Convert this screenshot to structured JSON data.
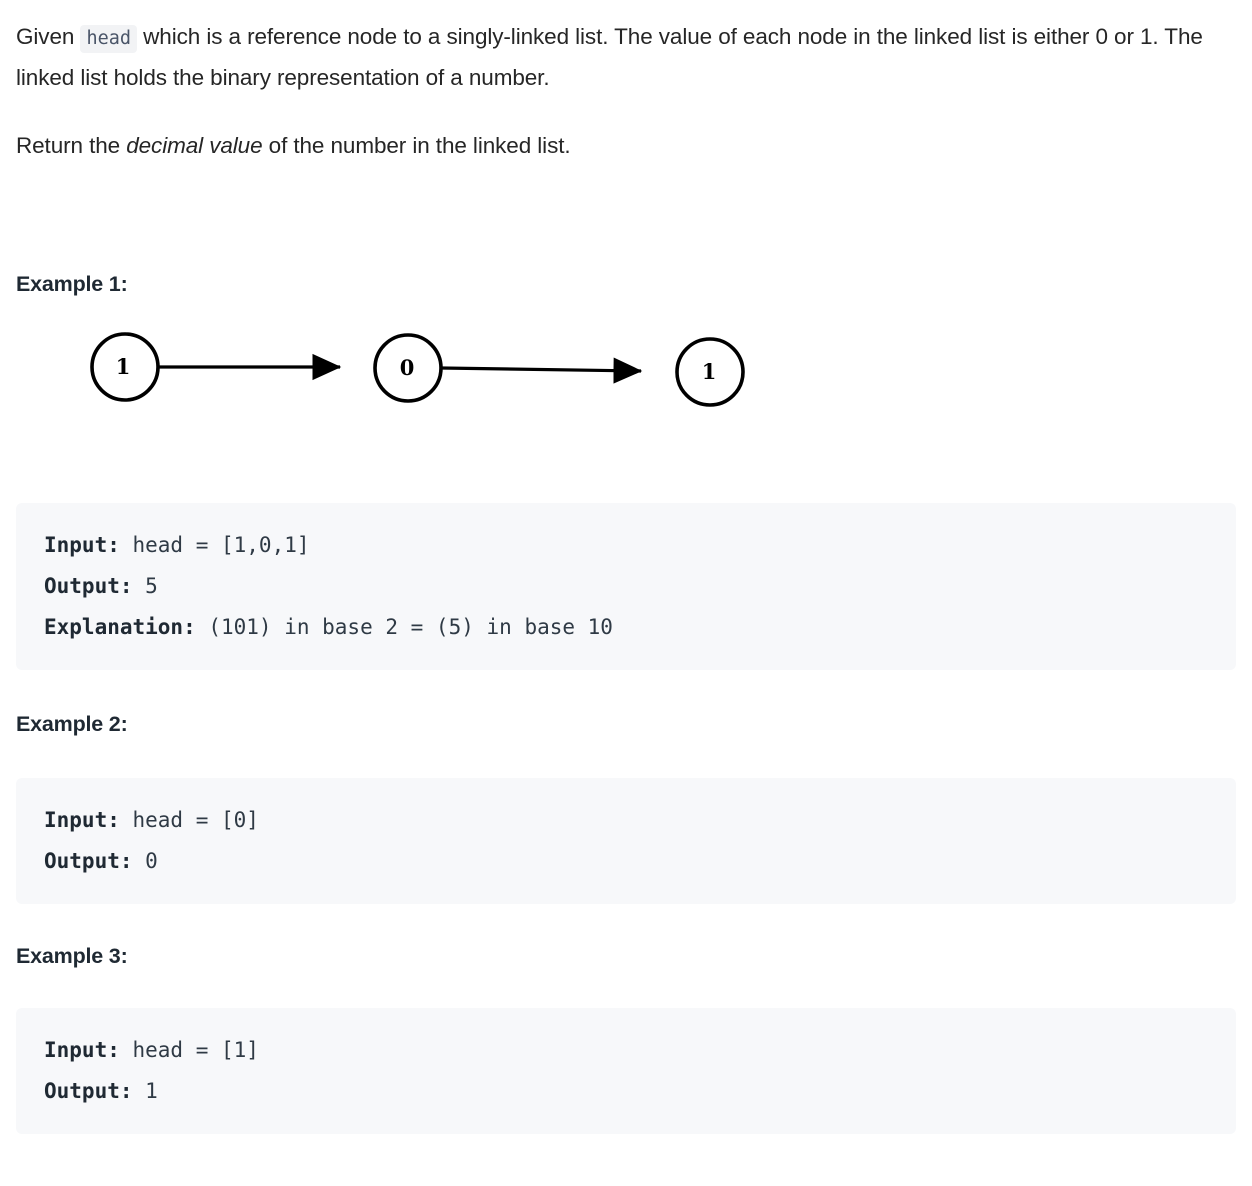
{
  "problem": {
    "paragraph1_pre": "Given ",
    "paragraph1_code": "head",
    "paragraph1_post": " which is a reference node to a singly-linked list. The value of each node in the linked list is either 0 or 1. The linked list holds the binary representation of a number.",
    "paragraph2_pre": "Return the ",
    "paragraph2_italic": "decimal value",
    "paragraph2_post": " of the number in the linked list."
  },
  "examples": [
    {
      "heading": "Example 1:",
      "diagram": {
        "type": "linked-list",
        "nodes": [
          "1",
          "0",
          "1"
        ],
        "edges": 2,
        "node_radius": 33,
        "stroke_color": "#000000",
        "fill_color": "#ffffff"
      },
      "lines": [
        {
          "label": "Input:",
          "value": " head = [1,0,1]"
        },
        {
          "label": "Output:",
          "value": " 5"
        },
        {
          "label": "Explanation:",
          "value": " (101) in base 2 = (5) in base 10"
        }
      ]
    },
    {
      "heading": "Example 2:",
      "lines": [
        {
          "label": "Input:",
          "value": " head = [0]"
        },
        {
          "label": "Output:",
          "value": " 0"
        }
      ]
    },
    {
      "heading": "Example 3:",
      "lines": [
        {
          "label": "Input:",
          "value": " head = [1]"
        },
        {
          "label": "Output:",
          "value": " 1"
        }
      ]
    }
  ],
  "colors": {
    "page_background": "#ffffff",
    "body_text": "#262626",
    "heading_text": "#1f2933",
    "code_block_background": "#f7f8fa",
    "code_text": "#2f3a45",
    "inline_code_background": "#f2f3f5",
    "inline_code_text": "#4a5568"
  }
}
